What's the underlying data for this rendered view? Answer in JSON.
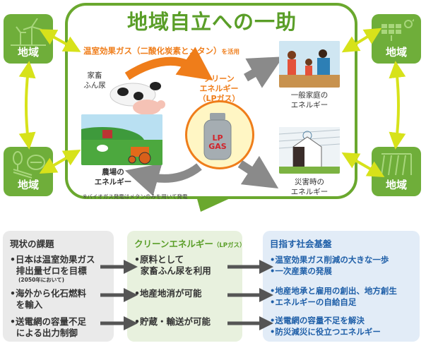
{
  "title": "地域自立への一助",
  "subtitle": {
    "main": "温室効果ガス（二酸化炭素とメタン）",
    "suffix": "を活用"
  },
  "regions": [
    {
      "label": "地域",
      "icon": "wind-turbine-icon"
    },
    {
      "label": "地域",
      "icon": "biomass-icon"
    },
    {
      "label": "地域",
      "icon": "solar-panel-icon"
    },
    {
      "label": "地域",
      "icon": "hydro-dam-icon"
    }
  ],
  "livestock_label": [
    "家畜",
    "ふん尿"
  ],
  "clean_energy_label": [
    "クリーン",
    "エネルギー",
    "（LPガス）"
  ],
  "lp_gas_text": [
    "LP",
    "GAS"
  ],
  "home_label": [
    "一般家庭の",
    "エネルギー"
  ],
  "disaster_label": [
    "災害時の",
    "エネルギー"
  ],
  "farm_label": [
    "農場の",
    "エネルギー"
  ],
  "note": "※バイオガス発電はメタンのみを用いて発電",
  "colors": {
    "green": "#6aa82e",
    "orange": "#ef7d1a",
    "yellow_arrow": "#d7e21a",
    "gray_arrow": "#8a8a8a",
    "blue_title": "#1f5fa8"
  },
  "boxes": {
    "current": {
      "title": "現状の課題",
      "items": [
        {
          "lines": [
            "•日本は温室効果ガス",
            "  排出量ゼロを目標"
          ],
          "sub": "(2050年において)"
        },
        {
          "lines": [
            "•海外から化石燃料",
            "  を輸入"
          ]
        },
        {
          "lines": [
            "•送電網の容量不足",
            "  による出力制御"
          ]
        }
      ]
    },
    "clean": {
      "title": "クリーンエネルギー",
      "title_sub": "（LPガス）",
      "items": [
        {
          "lines": [
            "•原料として",
            "  家畜ふん尿を利用"
          ]
        },
        {
          "lines": [
            "•地産地消が可能"
          ]
        },
        {
          "lines": [
            "•貯蔵・輸送が可能"
          ]
        }
      ]
    },
    "goal": {
      "title": "目指す社会基盤",
      "items": [
        {
          "lines": [
            "•温室効果ガス削減の大きな一歩",
            "•一次産業の発展"
          ]
        },
        {
          "lines": [
            "•地産地承と雇用の創出、地方創生",
            "•エネルギーの自給自足"
          ]
        },
        {
          "lines": [
            "•送電網の容量不足を解決",
            "•防災減災に役立つエネルギー"
          ]
        }
      ]
    }
  }
}
